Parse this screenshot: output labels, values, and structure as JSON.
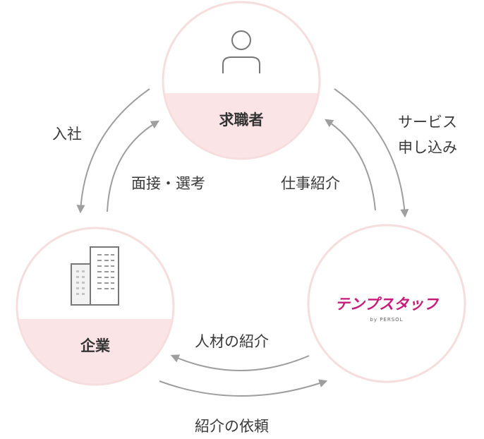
{
  "nodes": {
    "job_seeker": {
      "label": "求職者"
    },
    "company": {
      "label": "企業"
    },
    "agency": {
      "logo_text": "テンプスタッフ",
      "logo_sub": "by PERSOL"
    }
  },
  "flows": {
    "entry": "入社",
    "interview": "面接・選考",
    "job_intro": "仕事紹介",
    "service_apply_line1": "サービス",
    "service_apply_line2": "申し込み",
    "talent_intro": "人材の紹介",
    "intro_request": "紹介の依頼"
  },
  "colors": {
    "circle_border": "#f6dede",
    "band_fill": "#fbe4e6",
    "arrow": "#9e9e9e",
    "icon_stroke": "#777777",
    "brand": "#c71a79"
  },
  "icons": {
    "job_seeker": "person-icon",
    "company": "building-icon"
  }
}
